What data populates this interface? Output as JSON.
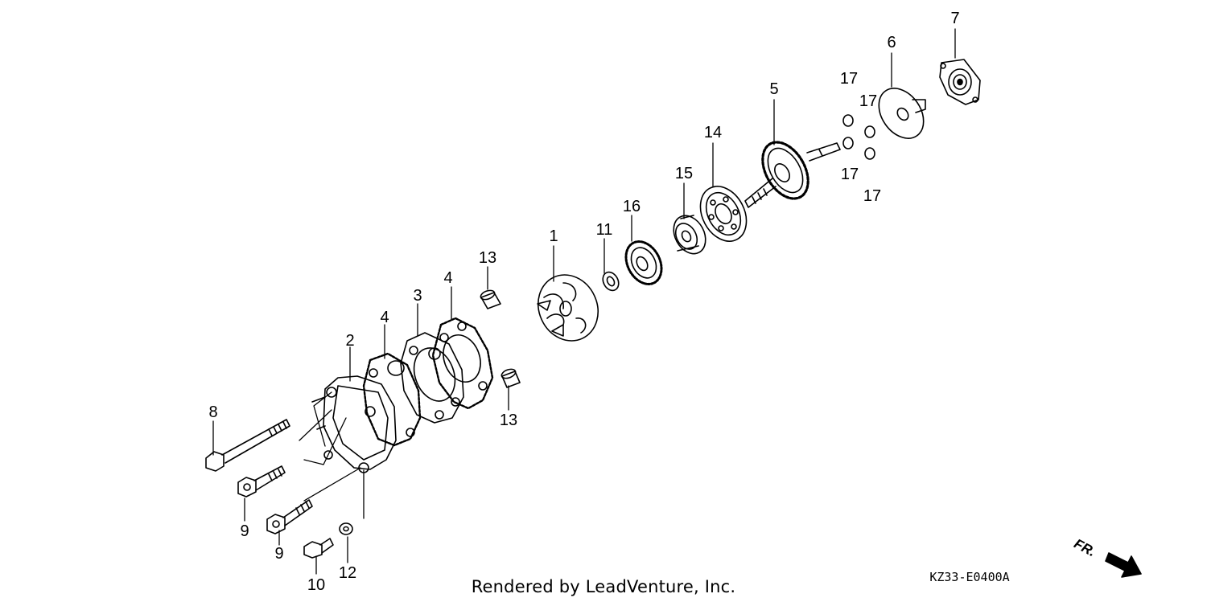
{
  "diagram": {
    "callouts": [
      {
        "id": "callout-1",
        "text": "1"
      },
      {
        "id": "callout-2",
        "text": "2"
      },
      {
        "id": "callout-3",
        "text": "3"
      },
      {
        "id": "callout-4a",
        "text": "4"
      },
      {
        "id": "callout-4b",
        "text": "4"
      },
      {
        "id": "callout-5",
        "text": "5"
      },
      {
        "id": "callout-6",
        "text": "6"
      },
      {
        "id": "callout-7",
        "text": "7"
      },
      {
        "id": "callout-8",
        "text": "8"
      },
      {
        "id": "callout-9a",
        "text": "9"
      },
      {
        "id": "callout-9b",
        "text": "9"
      },
      {
        "id": "callout-10",
        "text": "10"
      },
      {
        "id": "callout-11",
        "text": "11"
      },
      {
        "id": "callout-12",
        "text": "12"
      },
      {
        "id": "callout-13a",
        "text": "13"
      },
      {
        "id": "callout-13b",
        "text": "13"
      },
      {
        "id": "callout-14",
        "text": "14"
      },
      {
        "id": "callout-15",
        "text": "15"
      },
      {
        "id": "callout-16",
        "text": "16"
      },
      {
        "id": "callout-17a",
        "text": "17"
      },
      {
        "id": "callout-17b",
        "text": "17"
      },
      {
        "id": "callout-17c",
        "text": "17"
      },
      {
        "id": "callout-17d",
        "text": "17"
      }
    ],
    "front_indicator": "FR.",
    "diagram_code": "KZ33-E0400A",
    "footer_text": "Rendered by LeadVenture, Inc."
  }
}
